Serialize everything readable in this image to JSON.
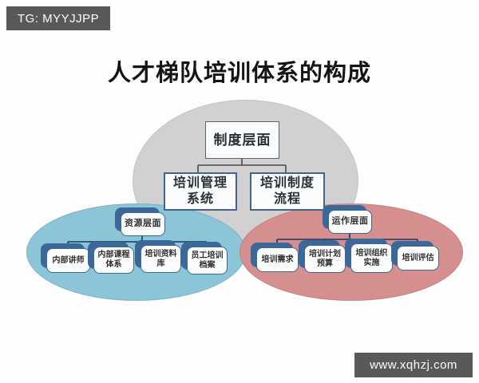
{
  "watermarks": {
    "top_left": "TG: MYYJJPP",
    "bottom_right": "www.xqhzj.com",
    "background_color": "#59595b"
  },
  "title": "人才梯队培训体系的构成",
  "diagram": {
    "institution": {
      "name": "制度层面",
      "ellipse_color": "#d1d1d1",
      "children": [
        "培训管理\n系统",
        "培训制度\n流程"
      ]
    },
    "resource": {
      "name": "资源层面",
      "ellipse_color": "#8cc5d8",
      "children": [
        "内部讲师",
        "内部课程\n体系",
        "培训资料\n库",
        "员工培训\n档案"
      ]
    },
    "operation": {
      "name": "运作层面",
      "ellipse_color": "#d68f8f",
      "children": [
        "培训需求",
        "培训计划\n预算",
        "培训组织\n实施",
        "培训评估"
      ]
    },
    "accent_navy": "#3b6897"
  }
}
